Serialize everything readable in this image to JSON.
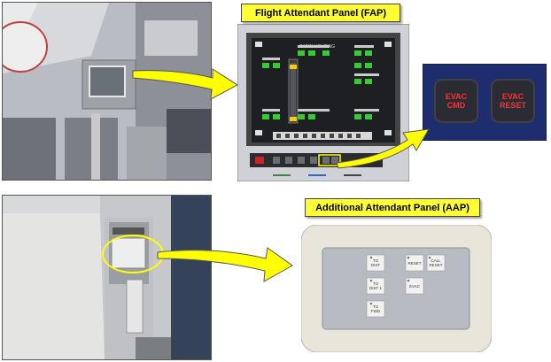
{
  "labels": {
    "fap_title": "Flight Attendant Panel (FAP)",
    "aap_title": "Additional Attendant Panel (AAP)"
  },
  "fap_screen": {
    "heading": "CABIN LIGHTING"
  },
  "evac_panel": {
    "cmd_label": "EVAC\nCMD",
    "reset_label": "EVAC\nRESET"
  },
  "aap_panel": {
    "buttons": [
      "TO\nDIST",
      "TO\nDIST 1",
      "TO\nFWD",
      "RESET",
      "CALL\nRESET",
      "EVAC"
    ]
  },
  "colors": {
    "label_bg": "#ffff33",
    "arrow": "#ffff00",
    "evac_text": "#ff3030",
    "screen_green": "#33cc33"
  }
}
